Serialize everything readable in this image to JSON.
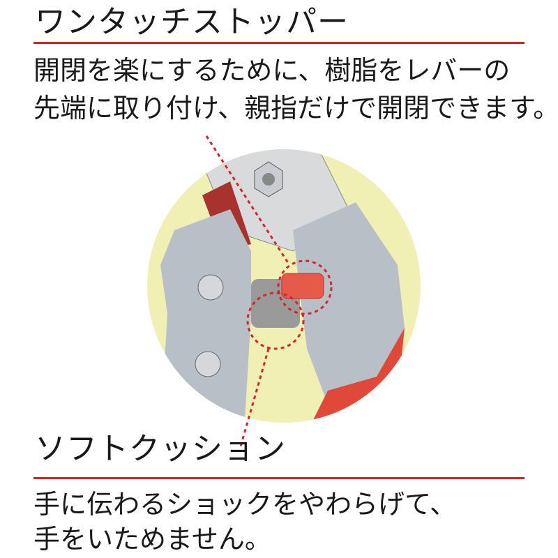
{
  "section1": {
    "title": "ワンタッチストッパー",
    "lines": [
      "開閉を楽にするために、樹脂をレバーの",
      "先端に取り付け、親指だけで開閉できます。"
    ]
  },
  "section2": {
    "title": "ソフトクッション",
    "lines": [
      "手に伝わるショックをやわらげて、",
      "手をいためません。"
    ]
  },
  "colors": {
    "accent": "#d8232a",
    "circle": "#f1f0b4",
    "grip": "#b9bfc6",
    "handle": "#e0483a"
  }
}
